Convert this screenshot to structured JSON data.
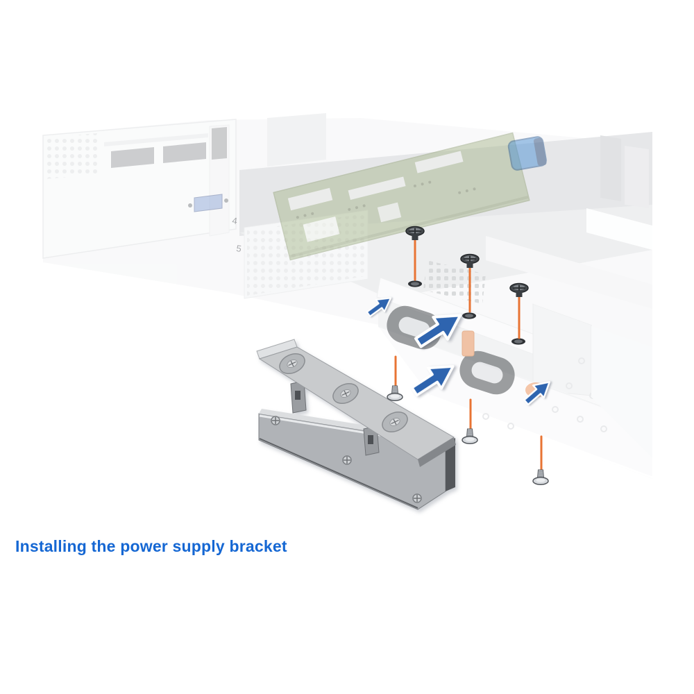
{
  "figure": {
    "caption": "Installing the power supply bracket",
    "rear_slot_labels": [
      "4",
      "5"
    ],
    "annotation": {
      "screw_count": 6,
      "arrow_count": 4
    },
    "colors": {
      "caption_blue": "#1567d3",
      "arrow_blue": "#2e64af",
      "arrow_outline_white": "#ffffff",
      "screw_guide_orange": "#e87434",
      "pcb_green": "#a3b486",
      "vga_port_blue": "#8fa7d6",
      "riser_latch_blue": "#4b8ed2",
      "psu_release_latch_orange": "#ef9057",
      "bracket_metal_gray": "#c9cbcd"
    }
  }
}
